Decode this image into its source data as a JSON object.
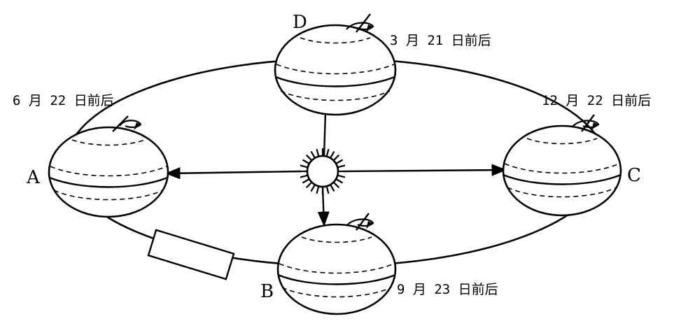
{
  "diagram": {
    "positions": [
      {
        "id": "A",
        "letter": "A",
        "date": "6 月 22 日前后"
      },
      {
        "id": "B",
        "letter": "B",
        "date": "9 月 23 日前后"
      },
      {
        "id": "C",
        "letter": "C",
        "date": "12 月 22 日前后"
      },
      {
        "id": "D",
        "letter": "D",
        "date": "3 月 21 日前后"
      }
    ],
    "colors": {
      "ink": "#000000",
      "paper": "#ffffff"
    },
    "elements": [
      "orbit-ellipse",
      "sun",
      "earth-globe",
      "rotation-arrow-icon",
      "blank-box"
    ]
  }
}
